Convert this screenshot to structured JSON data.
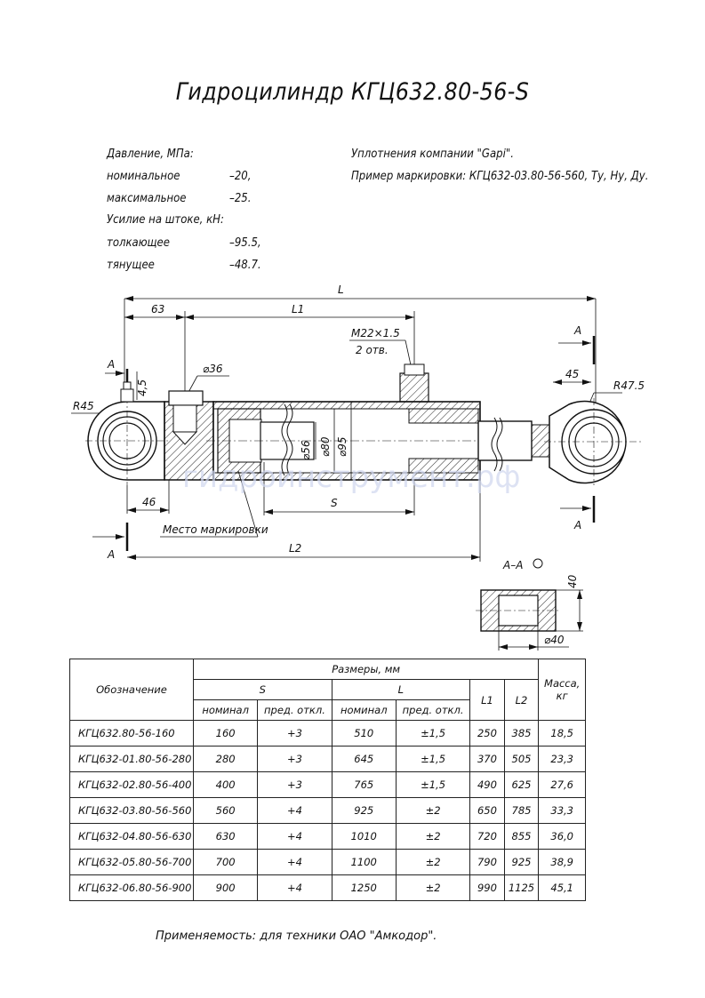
{
  "title": "Гидроцилиндр КГЦ632.80-56-S",
  "specs": {
    "pressure_heading": "Давление, МПа:",
    "nominal_label": "номинальное",
    "nominal_value": "–20,",
    "max_label": "максимальное",
    "max_value": "–25.",
    "force_heading": "Усилие на штоке, кН:",
    "push_label": "толкающее",
    "push_value": "–95.5,",
    "pull_label": "тянущее",
    "pull_value": "–48.7."
  },
  "notes": {
    "seals": "Уплотнения компании \"Gapi\".",
    "marking_example": "Пример маркировки: КГЦ632-03.80-56-560, Ту, Ну, Ду."
  },
  "drawing_labels": {
    "L": "L",
    "L1": "L1",
    "L2": "L2",
    "S": "S",
    "d63": "63",
    "d46": "46",
    "d45": "45",
    "d45v": "4,5",
    "thread": "M22×1.5",
    "holes": "2 отв.",
    "phi36": "⌀36",
    "phi56": "⌀56",
    "phi80": "⌀80",
    "phi95": "⌀95",
    "r45": "R45",
    "r475": "R47.5",
    "section_a": "A",
    "marking_place": "Место маркировки",
    "section_view": "A–A",
    "d40": "40",
    "phi40": "⌀40",
    "watermark": "гидроинструмент.рф"
  },
  "table": {
    "header_designation": "Обозначение",
    "header_dimensions": "Размеры, мм",
    "header_s": "S",
    "header_l": "L",
    "header_l1": "L1",
    "header_l2": "L2",
    "header_mass": "Масса,",
    "header_mass_unit": "кг",
    "header_nominal": "номинал",
    "header_deviation": "пред. откл.",
    "rows": [
      {
        "designation": "КГЦ632.80-56-160",
        "s": "160",
        "s_dev": "+3",
        "l": "510",
        "l_dev": "±1,5",
        "l1": "250",
        "l2": "385",
        "mass": "18,5"
      },
      {
        "designation": "КГЦ632-01.80-56-280",
        "s": "280",
        "s_dev": "+3",
        "l": "645",
        "l_dev": "±1,5",
        "l1": "370",
        "l2": "505",
        "mass": "23,3"
      },
      {
        "designation": "КГЦ632-02.80-56-400",
        "s": "400",
        "s_dev": "+3",
        "l": "765",
        "l_dev": "±1,5",
        "l1": "490",
        "l2": "625",
        "mass": "27,6"
      },
      {
        "designation": "КГЦ632-03.80-56-560",
        "s": "560",
        "s_dev": "+4",
        "l": "925",
        "l_dev": "±2",
        "l1": "650",
        "l2": "785",
        "mass": "33,3"
      },
      {
        "designation": "КГЦ632-04.80-56-630",
        "s": "630",
        "s_dev": "+4",
        "l": "1010",
        "l_dev": "±2",
        "l1": "720",
        "l2": "855",
        "mass": "36,0"
      },
      {
        "designation": "КГЦ632-05.80-56-700",
        "s": "700",
        "s_dev": "+4",
        "l": "1100",
        "l_dev": "±2",
        "l1": "790",
        "l2": "925",
        "mass": "38,9"
      },
      {
        "designation": "КГЦ632-06.80-56-900",
        "s": "900",
        "s_dev": "+4",
        "l": "1250",
        "l_dev": "±2",
        "l1": "990",
        "l2": "1125",
        "mass": "45,1"
      }
    ]
  },
  "footer": "Применяемость: для техники ОАО \"Амкодор\"."
}
